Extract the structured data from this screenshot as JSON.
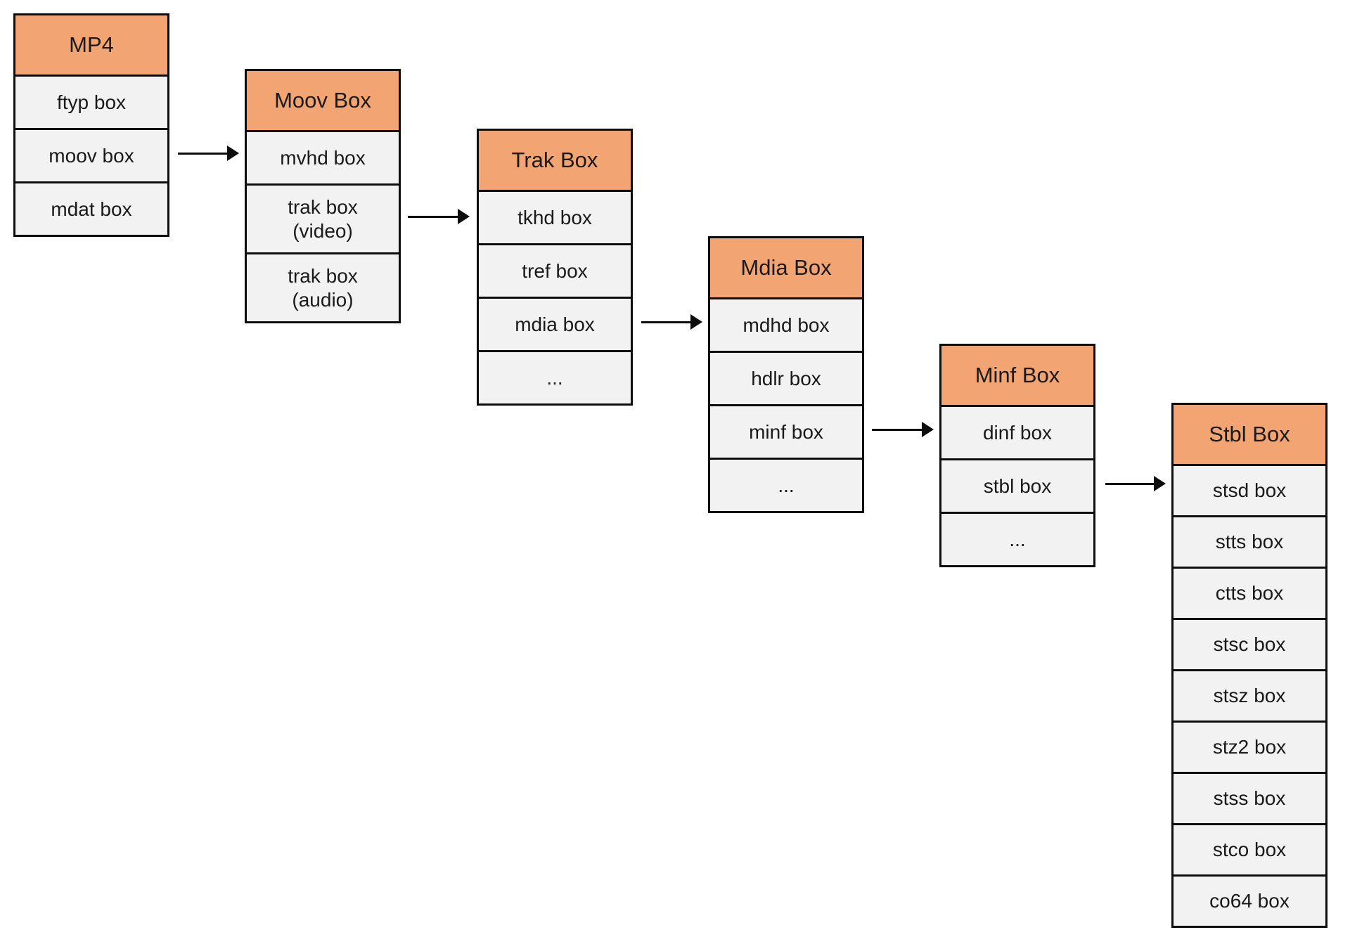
{
  "colors": {
    "background": "#FFFFFF",
    "header_fill": "#F2A573",
    "row_fill": "#F2F2F2",
    "border": "#0D0D0D",
    "arrow": "#0D0D0D",
    "text": "#1A1A1A"
  },
  "tables": [
    {
      "id": "mp4",
      "title": "MP4",
      "rows": [
        [
          "ftyp box"
        ],
        [
          "moov box"
        ],
        [
          "mdat box"
        ]
      ]
    },
    {
      "id": "moov",
      "title": "Moov Box",
      "rows": [
        [
          "mvhd box"
        ],
        [
          "trak box",
          "(video)"
        ],
        [
          "trak box",
          "(audio)"
        ]
      ]
    },
    {
      "id": "trak",
      "title": "Trak Box",
      "rows": [
        [
          "tkhd box"
        ],
        [
          "tref box"
        ],
        [
          "mdia box"
        ],
        [
          "..."
        ]
      ]
    },
    {
      "id": "mdia",
      "title": "Mdia Box",
      "rows": [
        [
          "mdhd box"
        ],
        [
          "hdlr box"
        ],
        [
          "minf box"
        ],
        [
          "..."
        ]
      ]
    },
    {
      "id": "minf",
      "title": "Minf Box",
      "rows": [
        [
          "dinf box"
        ],
        [
          "stbl box"
        ],
        [
          "..."
        ]
      ]
    },
    {
      "id": "stbl",
      "title": "Stbl Box",
      "rows": [
        [
          "stsd box"
        ],
        [
          "stts box"
        ],
        [
          "ctts box"
        ],
        [
          "stsc box"
        ],
        [
          "stsz box"
        ],
        [
          "stz2 box"
        ],
        [
          "stss box"
        ],
        [
          "stco box"
        ],
        [
          "co64 box"
        ]
      ]
    }
  ],
  "arrows": [
    {
      "from": "moov box row of MP4",
      "to": "Moov Box"
    },
    {
      "from": "trak box (video) of Moov",
      "to": "Trak Box"
    },
    {
      "from": "mdia box row of Trak",
      "to": "Mdia Box"
    },
    {
      "from": "minf box row of Mdia",
      "to": "Minf Box"
    },
    {
      "from": "stbl box row of Minf",
      "to": "Stbl Box"
    }
  ]
}
